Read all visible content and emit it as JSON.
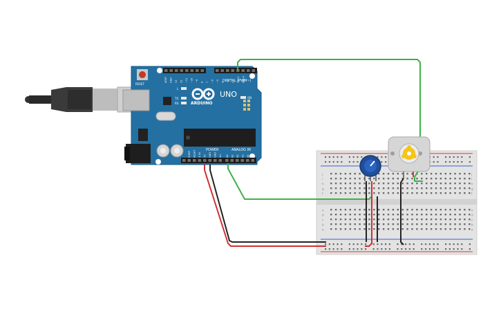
{
  "board": {
    "logo_text": "ARDUINO",
    "model_label": "UNO",
    "digital_header_label": "DIGITAL (PWM~)",
    "power_label": "POWER",
    "analog_label": "ANALOG IN",
    "on_label": "ON",
    "l_label": "L",
    "tx_label": "TX",
    "rx_label": "RX",
    "reset_label": "RESET",
    "power_pins": [
      "IOREF",
      "RESET",
      "3.3V",
      "5V",
      "GND",
      "GND",
      "Vin"
    ],
    "analog_pins": [
      "A0",
      "A1",
      "A2",
      "A3",
      "A4",
      "A5"
    ],
    "digital_pins": [
      "AREF",
      "GND",
      "13",
      "12",
      "~11",
      "~10",
      "~9",
      "8",
      "7",
      "~6",
      "~5",
      "4",
      "~3",
      "2",
      "TX→1",
      "RX←0"
    ]
  },
  "breadboard": {
    "row_letters_top": [
      "j",
      "i",
      "h",
      "g",
      "f"
    ],
    "row_letters_bottom": [
      "e",
      "d",
      "c",
      "b",
      "a"
    ]
  },
  "colors": {
    "board": "#2470a2",
    "board_dark": "#1d5f8c",
    "breadboard": "#e3e3e3",
    "rail_red": "#d83a3a",
    "rail_blue": "#3a66c4",
    "wire_green": "#3db04a",
    "wire_red": "#d32f2f",
    "wire_black": "#222222",
    "motor": "#d6d6d6",
    "rotor": "#f5c518",
    "pot": "#1f4f9c"
  },
  "icons": [
    "usb-cable-icon",
    "potentiometer-icon",
    "dc-motor-icon",
    "arduino-logo-icon"
  ]
}
